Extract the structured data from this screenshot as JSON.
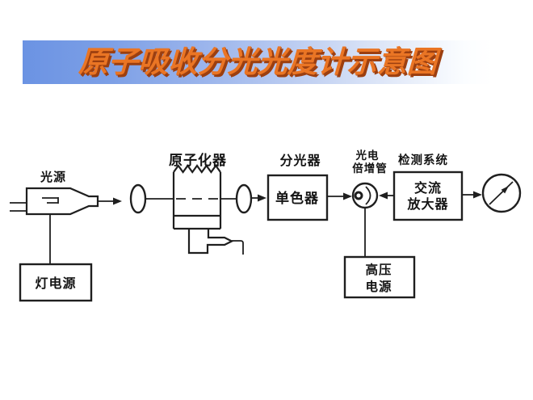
{
  "slide": {
    "title": "原子吸收分光光度计示意图",
    "colors": {
      "banner_left": "#6b93e3",
      "banner_right": "#ffffff",
      "title_fill": "#ea7524",
      "title_shadow": "#9c3f10",
      "diagram_stroke": "#1f1f1f",
      "background": "#ffffff"
    }
  },
  "diagram": {
    "labels": {
      "light_source": "光源",
      "lamp_power": "灯电源",
      "atomizer": "原子化器",
      "beam_splitter": "分光器",
      "monochromator": "单色器",
      "pmt_line1": "光电",
      "pmt_line2": "倍增管",
      "detection_system": "检测系统",
      "amplifier_line1": "交流",
      "amplifier_line2": "放大器",
      "hv_line1": "高压",
      "hv_line2": "电源"
    }
  }
}
